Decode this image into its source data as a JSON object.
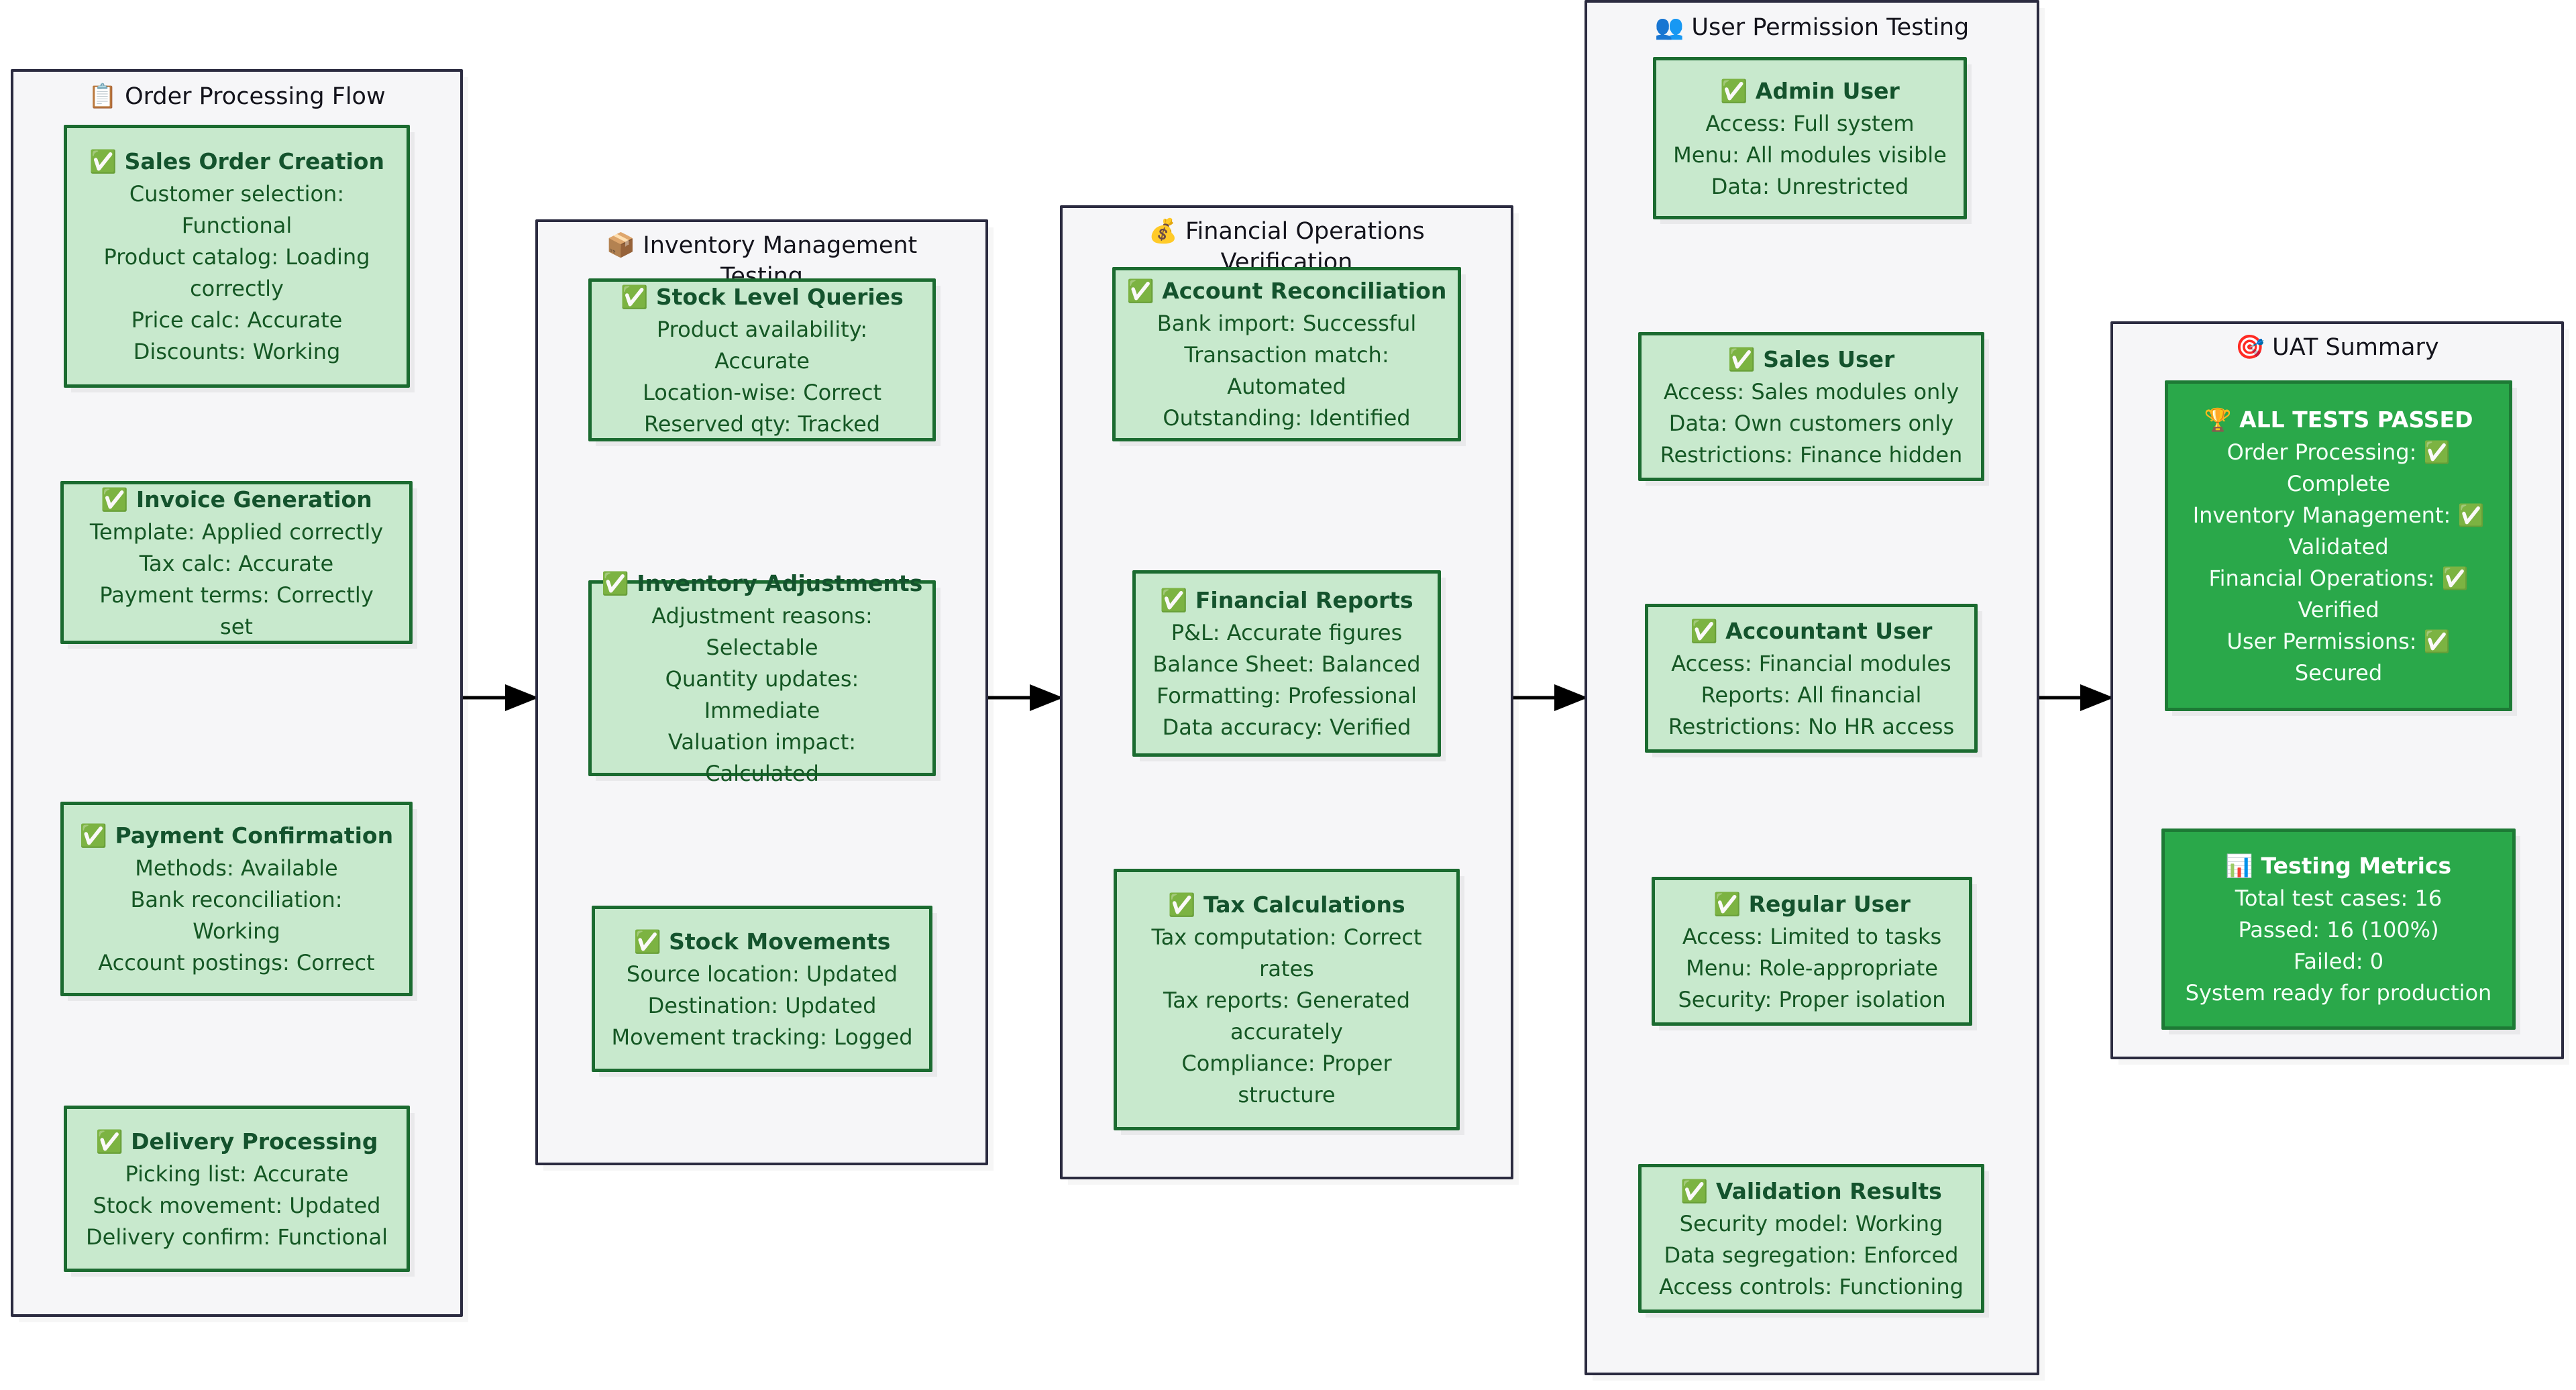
{
  "diagram": {
    "type": "flowchart",
    "title_icons": {
      "clipboard": "📋",
      "package": "📦",
      "moneybag": "💰",
      "people": "👥",
      "target": "🎯",
      "check": "✅",
      "trophy": "🏆",
      "barchart": "📊"
    },
    "colors": {
      "cluster_fill": "#f6f6f8",
      "cluster_border": "#2b2b40",
      "node_fill": "#c8e9cd",
      "node_border": "#1b6b30",
      "node_text": "#14532d",
      "result_fill": "#2aa84a",
      "result_border": "#1d7a35",
      "result_text": "#ffffff",
      "edge": "#000000"
    }
  },
  "clusters": [
    {
      "id": "order-processing-flow",
      "icon": "📋",
      "title": "📋 Order Processing Flow",
      "nodes": [
        {
          "id": "sales-order-creation",
          "icon": "✅",
          "title": "✅ Sales Order Creation",
          "lines": [
            "Customer selection:",
            "Functional",
            "Product catalog: Loading",
            "correctly",
            "Price calc: Accurate",
            "Discounts: Working"
          ]
        },
        {
          "id": "invoice-generation",
          "icon": "✅",
          "title": "✅ Invoice Generation",
          "lines": [
            "Template: Applied correctly",
            "Tax calc: Accurate",
            "Payment terms: Correctly",
            "set"
          ]
        },
        {
          "id": "payment-confirmation",
          "icon": "✅",
          "title": "✅ Payment Confirmation",
          "lines": [
            "Methods: Available",
            "Bank reconciliation:",
            "Working",
            "Account postings: Correct"
          ]
        },
        {
          "id": "delivery-processing",
          "icon": "✅",
          "title": "✅ Delivery Processing",
          "lines": [
            "Picking list: Accurate",
            "Stock movement: Updated",
            "Delivery confirm: Functional"
          ]
        }
      ]
    },
    {
      "id": "inventory-management-testing",
      "icon": "📦",
      "title": "📦 Inventory Management\nTesting",
      "nodes": [
        {
          "id": "stock-level-queries",
          "icon": "✅",
          "title": "✅ Stock Level Queries",
          "lines": [
            "Product availability:",
            "Accurate",
            "Location-wise: Correct",
            "Reserved qty: Tracked"
          ]
        },
        {
          "id": "inventory-adjustments",
          "icon": "✅",
          "title": "✅ Inventory Adjustments",
          "lines": [
            "Adjustment reasons:",
            "Selectable",
            "Quantity updates:",
            "Immediate",
            "Valuation impact:",
            "Calculated"
          ]
        },
        {
          "id": "stock-movements",
          "icon": "✅",
          "title": "✅ Stock Movements",
          "lines": [
            "Source location: Updated",
            "Destination: Updated",
            "Movement tracking: Logged"
          ]
        }
      ]
    },
    {
      "id": "financial-operations-verification",
      "icon": "💰",
      "title": "💰 Financial Operations\nVerification",
      "nodes": [
        {
          "id": "account-reconciliation",
          "icon": "✅",
          "title": "✅ Account Reconciliation",
          "lines": [
            "Bank import: Successful",
            "Transaction match:",
            "Automated",
            "Outstanding: Identified"
          ]
        },
        {
          "id": "financial-reports",
          "icon": "✅",
          "title": "✅ Financial Reports",
          "lines": [
            "P&L: Accurate figures",
            "Balance Sheet: Balanced",
            "Formatting: Professional",
            "Data accuracy: Verified"
          ]
        },
        {
          "id": "tax-calculations",
          "icon": "✅",
          "title": "✅ Tax Calculations",
          "lines": [
            "Tax computation: Correct",
            "rates",
            "Tax reports: Generated",
            "accurately",
            "Compliance: Proper",
            "structure"
          ]
        }
      ]
    },
    {
      "id": "user-permission-testing",
      "icon": "👥",
      "title": "👥 User Permission Testing",
      "nodes": [
        {
          "id": "admin-user",
          "icon": "✅",
          "title": "✅ Admin User",
          "lines": [
            "Access: Full system",
            "Menu: All modules visible",
            "Data: Unrestricted"
          ]
        },
        {
          "id": "sales-user",
          "icon": "✅",
          "title": "✅ Sales User",
          "lines": [
            "Access: Sales modules only",
            "Data: Own customers only",
            "Restrictions: Finance hidden"
          ]
        },
        {
          "id": "accountant-user",
          "icon": "✅",
          "title": "✅ Accountant User",
          "lines": [
            "Access: Financial modules",
            "Reports: All financial",
            "Restrictions: No HR access"
          ]
        },
        {
          "id": "regular-user",
          "icon": "✅",
          "title": "✅ Regular User",
          "lines": [
            "Access: Limited to tasks",
            "Menu: Role-appropriate",
            "Security: Proper isolation"
          ]
        },
        {
          "id": "validation-results",
          "icon": "✅",
          "title": "✅ Validation Results",
          "lines": [
            "Security model: Working",
            "Data segregation: Enforced",
            "Access controls: Functioning"
          ]
        }
      ]
    },
    {
      "id": "uat-summary",
      "icon": "🎯",
      "title": "🎯 UAT Summary",
      "nodes": [
        {
          "id": "all-tests-passed",
          "icon": "🏆",
          "title": "🏆 ALL TESTS PASSED",
          "lines": [
            "Order Processing: ✅",
            "Complete",
            "Inventory Management: ✅",
            "Validated",
            "Financial Operations: ✅",
            "Verified",
            "User Permissions: ✅",
            "Secured"
          ]
        },
        {
          "id": "testing-metrics",
          "icon": "📊",
          "title": "📊 Testing Metrics",
          "lines": [
            "Total test cases: 16",
            "Passed: 16 (100%)",
            "Failed: 0",
            "System ready for production"
          ]
        }
      ]
    }
  ],
  "edges": [
    {
      "from": "sales-order-creation",
      "to": "invoice-generation",
      "direction": "down"
    },
    {
      "from": "invoice-generation",
      "to": "payment-confirmation",
      "direction": "down"
    },
    {
      "from": "payment-confirmation",
      "to": "delivery-processing",
      "direction": "down"
    },
    {
      "from": "stock-level-queries",
      "to": "inventory-adjustments",
      "direction": "down"
    },
    {
      "from": "inventory-adjustments",
      "to": "stock-movements",
      "direction": "down"
    },
    {
      "from": "account-reconciliation",
      "to": "financial-reports",
      "direction": "down"
    },
    {
      "from": "financial-reports",
      "to": "tax-calculations",
      "direction": "down"
    },
    {
      "from": "admin-user",
      "to": "sales-user",
      "direction": "down"
    },
    {
      "from": "sales-user",
      "to": "accountant-user",
      "direction": "down"
    },
    {
      "from": "accountant-user",
      "to": "regular-user",
      "direction": "down"
    },
    {
      "from": "regular-user",
      "to": "validation-results",
      "direction": "down"
    },
    {
      "from": "all-tests-passed",
      "to": "testing-metrics",
      "direction": "down"
    },
    {
      "from": "order-processing-flow",
      "to": "inventory-management-testing",
      "direction": "right"
    },
    {
      "from": "inventory-management-testing",
      "to": "financial-operations-verification",
      "direction": "right"
    },
    {
      "from": "financial-operations-verification",
      "to": "user-permission-testing",
      "direction": "right"
    },
    {
      "from": "user-permission-testing",
      "to": "uat-summary",
      "direction": "right"
    }
  ]
}
